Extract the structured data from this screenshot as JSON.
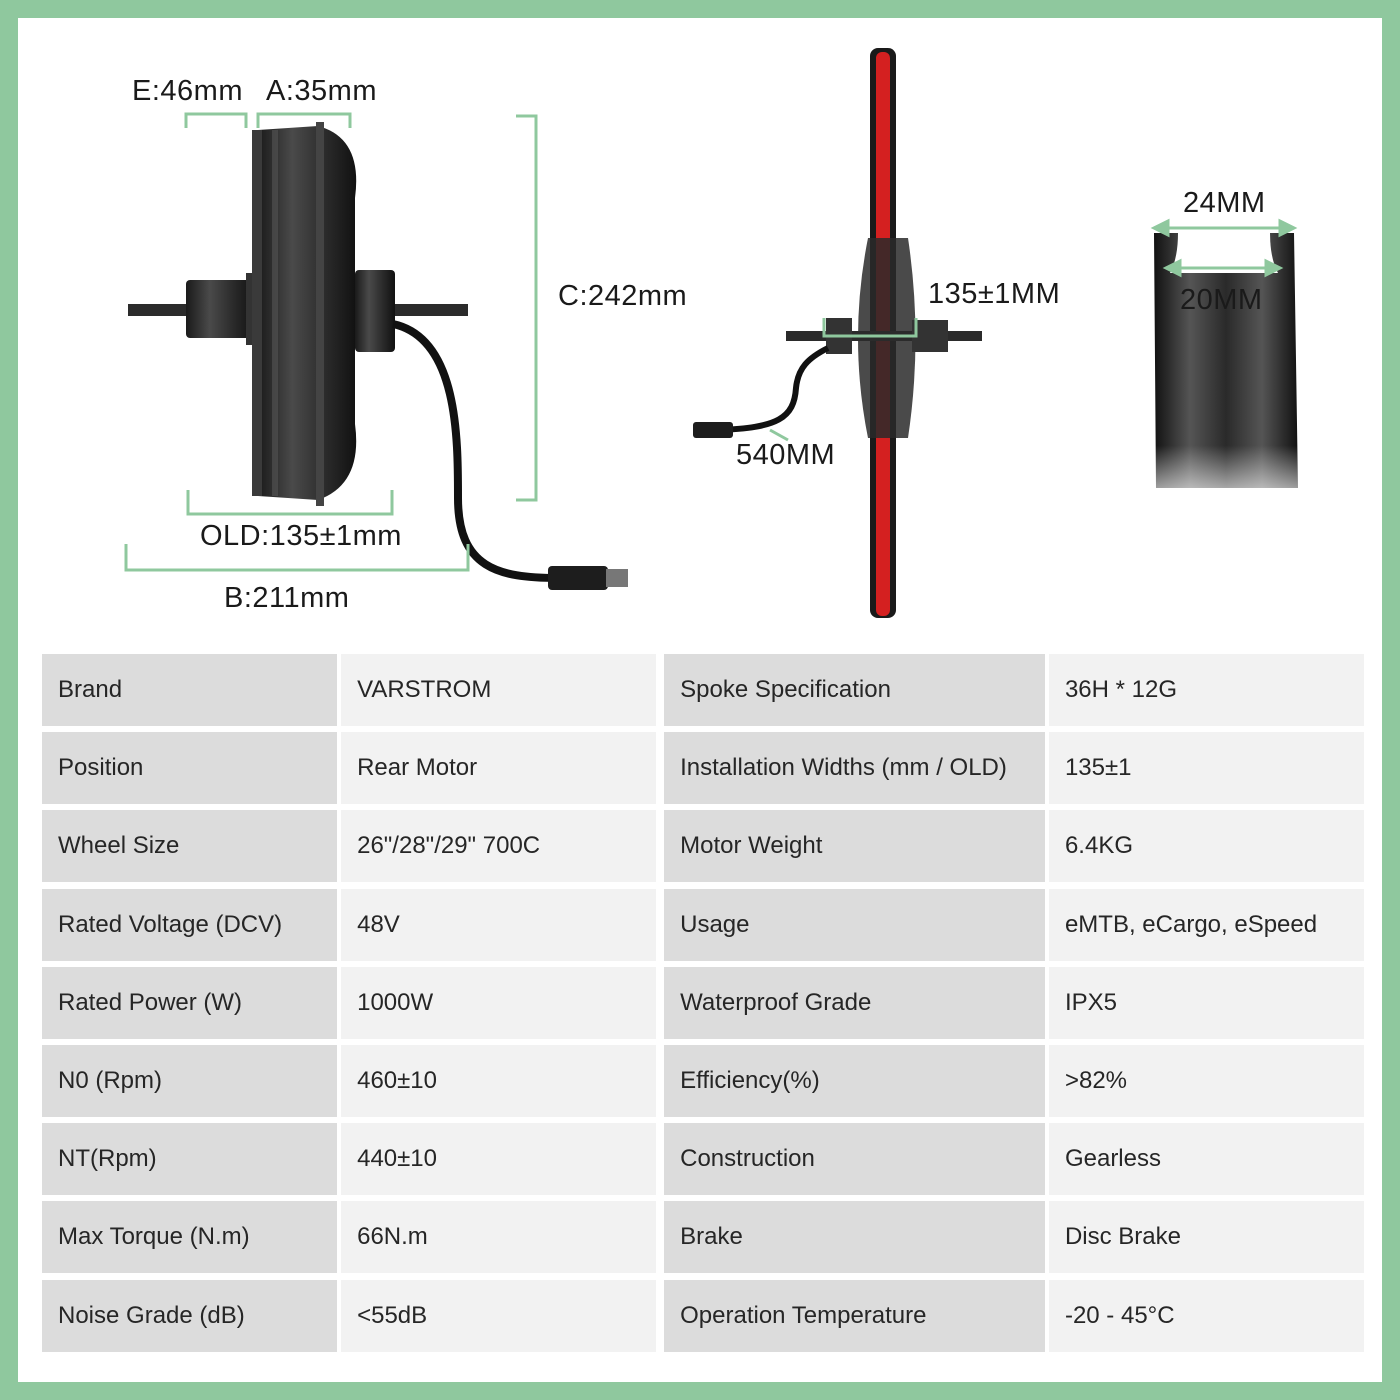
{
  "dimensions": {
    "e": "E:46mm",
    "a": "A:35mm",
    "c": "C:242mm",
    "old": "OLD:135±1mm",
    "b": "B:211mm",
    "wheel_width": "135±1MM",
    "cable": "540MM",
    "rim_outer": "24MM",
    "rim_inner": "20MM"
  },
  "colors": {
    "border": "#8fc89e",
    "dimension_line": "#8fc89e",
    "rim_red": "#d42020",
    "motor": "#262626",
    "label_cell": "#dcdcdc",
    "value_cell": "#f2f2f2"
  },
  "specs": [
    {
      "k1": "Brand",
      "v1": "VARSTROM",
      "k2": "Spoke Specification",
      "v2": "36H * 12G"
    },
    {
      "k1": "Position",
      "v1": "Rear Motor",
      "k2": "Installation Widths (mm / OLD)",
      "v2": "135±1"
    },
    {
      "k1": "Wheel Size",
      "v1": "26\"/28\"/29\" 700C",
      "k2": "Motor Weight",
      "v2": "6.4KG"
    },
    {
      "k1": "Rated Voltage (DCV)",
      "v1": "48V",
      "k2": "Usage",
      "v2": "eMTB, eCargo, eSpeed"
    },
    {
      "k1": "Rated Power (W)",
      "v1": "1000W",
      "k2": "Waterproof Grade",
      "v2": "IPX5"
    },
    {
      "k1": "N0 (Rpm)",
      "v1": "460±10",
      "k2": "Efficiency(%)",
      "v2": ">82%"
    },
    {
      "k1": "NT(Rpm)",
      "v1": "440±10",
      "k2": "Construction",
      "v2": "Gearless"
    },
    {
      "k1": "Max Torque (N.m)",
      "v1": "66N.m",
      "k2": "Brake",
      "v2": "Disc Brake"
    },
    {
      "k1": "Noise Grade (dB)",
      "v1": "<55dB",
      "k2": "Operation Temperature",
      "v2": "-20 - 45°C"
    }
  ]
}
